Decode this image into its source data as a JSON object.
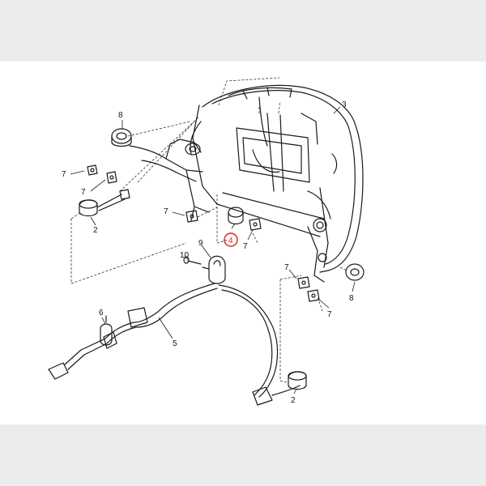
{
  "diagram": {
    "callouts": [
      {
        "id": "c8a",
        "label": "8"
      },
      {
        "id": "c3",
        "label": "3"
      },
      {
        "id": "c7a",
        "label": "7"
      },
      {
        "id": "c7b",
        "label": "7"
      },
      {
        "id": "c7c",
        "label": "7"
      },
      {
        "id": "c7d",
        "label": "7"
      },
      {
        "id": "c7e",
        "label": "7"
      },
      {
        "id": "c7f",
        "label": "7"
      },
      {
        "id": "c2a",
        "label": "2"
      },
      {
        "id": "c4",
        "label": "4"
      },
      {
        "id": "c9",
        "label": "9"
      },
      {
        "id": "c10",
        "label": "10"
      },
      {
        "id": "c6",
        "label": "6"
      },
      {
        "id": "c5",
        "label": "5"
      },
      {
        "id": "c8b",
        "label": "8"
      },
      {
        "id": "c2b",
        "label": "2"
      }
    ],
    "highlight": {
      "target": "4",
      "color": "#d92020"
    },
    "line_color": "#1a1a1a"
  }
}
